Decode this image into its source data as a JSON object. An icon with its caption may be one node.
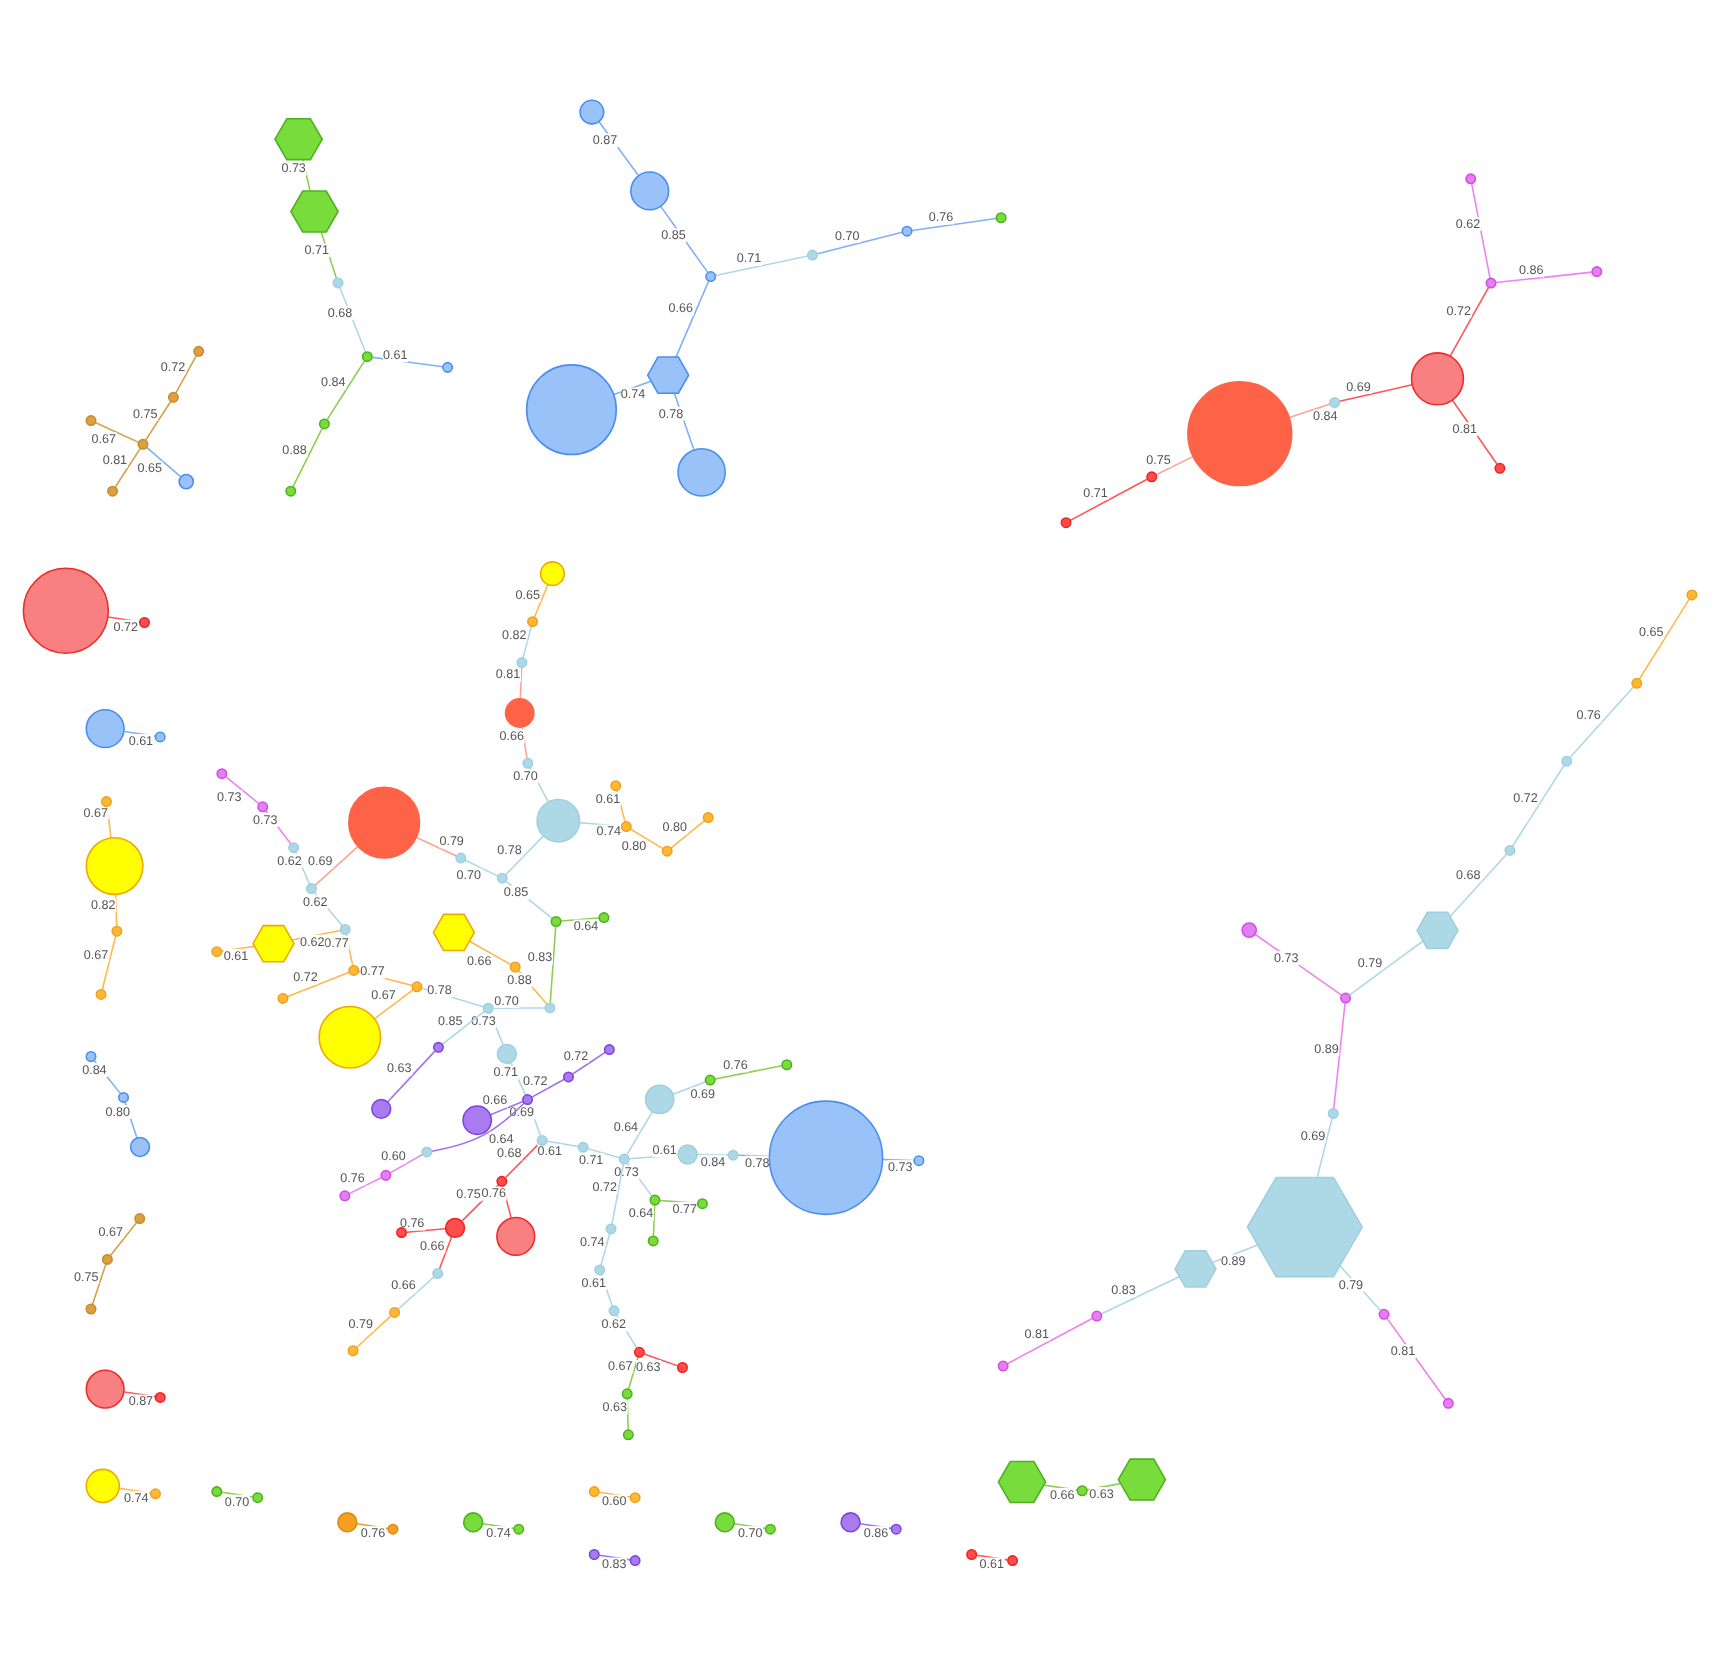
{
  "diagram": {
    "nodes": [
      {
        "text": [],
        "shape": "circle"
      },
      {
        "text": [],
        "shape": "circle"
      },
      {
        "text": [],
        "shape": "circle"
      },
      {
        "text": [],
        "shape": "circle"
      },
      {
        "text": [],
        "shape": "circle"
      },
      {
        "text": [],
        "shape": "circle"
      },
      {
        "text": [],
        "shape": "circle"
      },
      {
        "text": [],
        "shape": "circle"
      },
      {
        "text": [],
        "shape": "circle"
      },
      {
        "text": [],
        "shape": "circle"
      },
      {
        "text": [],
        "shape": "circle"
      },
      {
        "text": [],
        "shape": "circle"
      },
      {
        "text": [],
        "shape": "circle"
      },
      {
        "text": [],
        "shape": "circle"
      },
      {
        "text": [],
        "shape": "circle"
      },
      {
        "text": [],
        "shape": "circle"
      },
      {
        "text": [],
        "shape": "circle"
      },
      {
        "text": [],
        "shape": "circle"
      },
      {
        "text": [],
        "shape": "circle"
      },
      {
        "text": [],
        "shape": "circle"
      },
      {
        "text": [],
        "shape": "circle"
      },
      {
        "text": [],
        "shape": "circle"
      },
      {
        "text": [],
        "shape": "circle"
      },
      {
        "text": [],
        "shape": "circle"
      },
      {
        "text": [],
        "shape": "circle"
      },
      {
        "text": [],
        "shape": "circle"
      },
      {
        "text": [],
        "shape": "hexagon"
      },
      {
        "text": [],
        "shape": "circle"
      },
      {
        "text": [],
        "shape": "circle"
      },
      {
        "text": [],
        "shape": "circle"
      },
      {
        "text": [],
        "shape": "circle"
      },
      {
        "text": [],
        "shape": "circle"
      },
      {
        "text": [],
        "shape": "circle"
      },
      {
        "text": [],
        "shape": "circle"
      },
      {
        "text": [],
        "shape": "circle"
      },
      {
        "text": [],
        "shape": "circle"
      },
      {
        "text": [],
        "shape": "hexagon"
      },
      {
        "text": [],
        "shape": "circle"
      },
      {
        "text": [],
        "shape": "circle"
      },
      {
        "text": [],
        "shape": "hexagon"
      },
      {
        "text": [],
        "shape": "circle"
      },
      {
        "text": [],
        "shape": "circle"
      },
      {
        "text": [],
        "shape": "circle"
      },
      {
        "text": [],
        "shape": "circle"
      },
      {
        "text": [],
        "shape": "circle"
      },
      {
        "text": [],
        "shape": "circle"
      },
      {
        "text": [],
        "shape": "circle"
      },
      {
        "text": [],
        "shape": "circle"
      },
      {
        "text": [],
        "shape": "circle"
      },
      {
        "text": [],
        "shape": "circle"
      },
      {
        "text": [],
        "shape": "hexagon"
      },
      {
        "text": [],
        "shape": "circle"
      },
      {
        "text": [],
        "shape": "circle"
      },
      {
        "text": [],
        "shape": "circle"
      },
      {
        "text": [],
        "shape": "circle"
      },
      {
        "text": [],
        "shape": "circle"
      },
      {
        "text": [],
        "shape": "circle"
      },
      {
        "text": [],
        "shape": "hexagon"
      },
      {
        "text": [],
        "shape": "circle"
      },
      {
        "text": [],
        "shape": "hexagon"
      },
      {
        "text": [],
        "shape": "circle"
      },
      {
        "text": [],
        "shape": "circle"
      },
      {
        "text": [],
        "shape": "circle"
      },
      {
        "text": [],
        "shape": "circle"
      },
      {
        "text": [],
        "shape": "hexagon"
      },
      {
        "text": [],
        "shape": "circle"
      },
      {
        "text": [],
        "shape": "circle"
      },
      {
        "text": [],
        "shape": "circle"
      },
      {
        "text": [],
        "shape": "circle"
      },
      {
        "text": [],
        "shape": "circle"
      },
      {
        "text": [],
        "shape": "circle"
      },
      {
        "text": [],
        "shape": "circle"
      },
      {
        "text": [],
        "shape": "circle"
      },
      {
        "text": [],
        "shape": "circle"
      },
      {
        "text": [],
        "shape": "circle"
      },
      {
        "text": [],
        "shape": "circle"
      },
      {
        "text": [],
        "shape": "circle"
      },
      {
        "text": [],
        "shape": "circle"
      },
      {
        "text": [],
        "shape": "circle"
      },
      {
        "text": [],
        "shape": "circle"
      },
      {
        "text": [],
        "shape": "circle"
      },
      {
        "text": [],
        "shape": "circle"
      },
      {
        "text": [],
        "shape": "circle"
      },
      {
        "text": [],
        "shape": "circle"
      },
      {
        "text": [],
        "shape": "circle"
      },
      {
        "text": [],
        "shape": "circle"
      },
      {
        "text": [],
        "shape": "circle"
      },
      {
        "text": [],
        "shape": "circle"
      },
      {
        "text": [],
        "shape": "circle"
      },
      {
        "text": [],
        "shape": "circle"
      },
      {
        "text": [],
        "shape": "circle"
      },
      {
        "text": [],
        "shape": "hexagon"
      },
      {
        "text": [],
        "shape": "circle"
      },
      {
        "text": [],
        "shape": "circle"
      },
      {
        "text": [],
        "shape": "circle"
      },
      {
        "text": [],
        "shape": "circle"
      },
      {
        "text": [],
        "shape": "circle"
      },
      {
        "text": [],
        "shape": "circle"
      },
      {
        "text": [],
        "shape": "circle"
      },
      {
        "text": [],
        "shape": "circle"
      },
      {
        "text": [],
        "shape": "circle"
      },
      {
        "text": [],
        "shape": "circle"
      },
      {
        "text": [],
        "shape": "circle"
      },
      {
        "text": [],
        "shape": "circle"
      },
      {
        "text": [],
        "shape": "circle"
      },
      {
        "text": [],
        "shape": "circle"
      },
      {
        "text": [],
        "shape": "circle"
      },
      {
        "text": [],
        "shape": "circle"
      },
      {
        "text": [],
        "shape": "circle"
      },
      {
        "text": [],
        "shape": "circle"
      },
      {
        "text": [],
        "shape": "circle"
      },
      {
        "text": [],
        "shape": "circle"
      },
      {
        "text": [],
        "shape": "circle"
      },
      {
        "text": [],
        "shape": "circle"
      },
      {
        "text": [],
        "shape": "circle"
      },
      {
        "text": [],
        "shape": "circle"
      },
      {
        "text": [],
        "shape": "circle"
      },
      {
        "text": [],
        "shape": "circle"
      },
      {
        "text": [],
        "shape": "circle"
      },
      {
        "text": [],
        "shape": "circle"
      },
      {
        "text": [],
        "shape": "circle"
      },
      {
        "text": [],
        "shape": "circle"
      },
      {
        "text": [],
        "shape": "circle"
      },
      {
        "text": [],
        "shape": "circle"
      },
      {
        "text": [],
        "shape": "circle"
      },
      {
        "text": [],
        "shape": "circle"
      },
      {
        "text": [],
        "shape": "circle"
      },
      {
        "text": [],
        "shape": "circle"
      },
      {
        "text": [],
        "shape": "circle"
      },
      {
        "text": [],
        "shape": "circle"
      },
      {
        "text": [],
        "shape": "circle"
      },
      {
        "text": [],
        "shape": "circle"
      },
      {
        "text": [],
        "shape": "circle"
      },
      {
        "text": [],
        "shape": "circle"
      },
      {
        "text": [],
        "shape": "circle"
      },
      {
        "text": [],
        "shape": "circle"
      },
      {
        "text": [],
        "shape": "circle"
      },
      {
        "text": [],
        "shape": "circle"
      },
      {
        "text": [],
        "shape": "circle"
      },
      {
        "text": [],
        "shape": "hexagon"
      },
      {
        "text": [],
        "shape": "circle"
      },
      {
        "text": [],
        "shape": "circle"
      },
      {
        "text": [],
        "shape": "circle"
      },
      {
        "text": [],
        "shape": "circle"
      },
      {
        "text": [],
        "shape": "hexagon"
      },
      {
        "text": [],
        "shape": "circle"
      },
      {
        "text": [],
        "shape": "circle"
      },
      {
        "text": [],
        "shape": "circle"
      },
      {
        "text": [],
        "shape": "circle"
      }
    ],
    "edges": [
      {
        "from": 0,
        "to": 1,
        "arrow": "none",
        "label": "0.62",
        "color": "#ee82ee"
      },
      {
        "from": 3,
        "to": 4,
        "arrow": "none",
        "label": "0.67",
        "color": "#ffb84d"
      },
      {
        "from": 1,
        "to": 10,
        "arrow": "none",
        "label": "0.72",
        "color": "#ff5555"
      },
      {
        "from": 1,
        "to": 14,
        "arrow": "none",
        "label": "0.86",
        "color": "#ee82ee"
      },
      {
        "from": 2,
        "to": 13,
        "arrow": "none",
        "label": "0.71",
        "color": "#ff5555"
      },
      {
        "from": 2,
        "to": 8,
        "arrow": "none",
        "label": "0.75",
        "color": "#ffa38f"
      },
      {
        "from": 6,
        "to": 12,
        "arrow": "none",
        "label": "0.79",
        "color": "#ffb84d"
      },
      {
        "from": 5,
        "to": 11,
        "arrow": "none",
        "label": "0.60",
        "color": "#ffb84d"
      },
      {
        "from": 10,
        "to": 7,
        "arrow": "none",
        "label": "0.69",
        "color": "#ff5555"
      },
      {
        "from": 7,
        "to": 8,
        "arrow": "none",
        "label": "0.84",
        "color": "#ffa38f"
      },
      {
        "from": 4,
        "to": 17,
        "arrow": "none",
        "label": "0.82",
        "color": "#ffb84d"
      },
      {
        "from": 9,
        "to": 16,
        "arrow": "none",
        "label": "0.73",
        "color": "#ee82ee"
      },
      {
        "from": 12,
        "to": 19,
        "arrow": "none",
        "label": "0.66"
      },
      {
        "from": 10,
        "to": 23,
        "arrow": "none",
        "label": "0.81",
        "color": "#ff5555"
      },
      {
        "from": 15,
        "to": 32,
        "arrow": "none",
        "label": "0.72",
        "color": "#ff5555"
      },
      {
        "from": 18,
        "to": 30,
        "arrow": "none",
        "label": "0.70",
        "color": "#8ccf50"
      },
      {
        "from": 26,
        "to": 20,
        "arrow": "none",
        "label": "0.74",
        "color": "#80b0f5"
      },
      {
        "from": 16,
        "to": 34,
        "arrow": "none",
        "label": "0.73",
        "color": "#ee82ee"
      },
      {
        "from": 17,
        "to": 21,
        "arrow": "none",
        "label": "0.67",
        "color": "#ffb84d"
      },
      {
        "from": 24,
        "to": 31,
        "arrow": "none",
        "label": "0.61",
        "color": "#80b0f5"
      },
      {
        "from": 22,
        "to": 40,
        "arrow": "none",
        "label": "0.86",
        "color": "#a070f0"
      },
      {
        "from": 26,
        "to": 44,
        "arrow": "none",
        "label": "0.78",
        "color": "#80b0f5"
      },
      {
        "from": 26,
        "to": 47,
        "arrow": "none",
        "label": "0.66",
        "color": "#80b0f5"
      },
      {
        "from": 19,
        "to": 29,
        "arrow": "none",
        "label": "0.66",
        "color": "#ff5555"
      },
      {
        "from": 28,
        "to": 27,
        "arrow": "none",
        "label": "0.70",
        "color": "#8ccf50"
      },
      {
        "from": 25,
        "to": 36,
        "arrow": "none",
        "label": "0.79"
      },
      {
        "from": 25,
        "to": 42,
        "arrow": "none",
        "label": "0.81",
        "color": "#ee82ee"
      },
      {
        "from": 37,
        "to": 35,
        "arrow": "none",
        "label": "0.89",
        "color": "#ee82ee"
      },
      {
        "from": 35,
        "to": 36,
        "arrow": "none",
        "label": "0.69"
      },
      {
        "from": 37,
        "to": 41,
        "arrow": "none",
        "label": "0.73",
        "color": "#ee82ee"
      },
      {
        "from": 29,
        "to": 45,
        "arrow": "none",
        "label": "0.76",
        "color": "#ff5555"
      },
      {
        "from": 29,
        "to": 48,
        "arrow": "none",
        "label": "0.75",
        "color": "#ff5555"
      },
      {
        "from": 36,
        "to": 39,
        "arrow": "none",
        "label": "0.89"
      },
      {
        "from": 39,
        "to": 38,
        "arrow": "none",
        "label": "0.83"
      },
      {
        "from": 38,
        "to": 43,
        "arrow": "none",
        "label": "0.81",
        "color": "#ee82ee"
      },
      {
        "from": 33,
        "to": 51,
        "arrow": "none",
        "label": "0.76",
        "color": "#ee82ee"
      },
      {
        "from": 34,
        "to": 56,
        "arrow": "none",
        "label": "0.62"
      },
      {
        "from": 57,
        "to": 37,
        "arrow": "none",
        "label": "0.79"
      },
      {
        "from": 47,
        "to": 54,
        "arrow": "none",
        "label": "0.85",
        "color": "#80b0f5"
      },
      {
        "from": 47,
        "to": 63,
        "arrow": "none",
        "label": "0.71"
      },
      {
        "from": 53,
        "to": 46,
        "arrow": "none",
        "label": "0.76",
        "color": "#e49a3c"
      },
      {
        "from": 48,
        "to": 67,
        "arrow": "none",
        "label": "0.68",
        "color": "#ff5555"
      },
      {
        "from": 48,
        "to": 55,
        "arrow": "none",
        "label": "0.76",
        "color": "#ff5555"
      },
      {
        "from": 51,
        "to": 71,
        "arrow": "none",
        "label": "0.60",
        "color": "#ee82ee"
      },
      {
        "from": 54,
        "to": 74,
        "arrow": "none",
        "label": "0.87",
        "color": "#80b0f5"
      },
      {
        "from": 62,
        "to": 86,
        "arrow": "none",
        "label": "0.74",
        "color": "#8ccf50"
      },
      {
        "from": 57,
        "to": 77,
        "arrow": "none",
        "label": "0.68"
      },
      {
        "from": 56,
        "to": 70,
        "arrow": "none",
        "label": "0.62"
      },
      {
        "from": 56,
        "to": 69,
        "arrow": "none",
        "label": "0.69",
        "color": "#ffa38f"
      },
      {
        "from": 68,
        "to": 49,
        "arrow": "none",
        "label": "0.72",
        "color": "#ffb84d"
      },
      {
        "from": 70,
        "to": 68,
        "arrow": "none",
        "label": "0.77",
        "color": "#ffb84d"
      },
      {
        "from": 68,
        "to": 85,
        "arrow": "none",
        "label": "0.77",
        "color": "#ffb84d"
      },
      {
        "from": 69,
        "to": 87,
        "arrow": "none",
        "label": "0.79",
        "color": "#ffa38f"
      },
      {
        "from": 50,
        "to": 60,
        "arrow": "none",
        "label": "0.66",
        "color": "#ffb84d"
      },
      {
        "from": 58,
        "to": 61,
        "arrow": "none",
        "label": "0.65",
        "color": "#80b0f5"
      },
      {
        "from": 61,
        "to": 52,
        "arrow": "none",
        "label": "0.81",
        "color": "#d9a04a"
      },
      {
        "from": 61,
        "to": 65,
        "arrow": "none",
        "label": "0.67",
        "color": "#d9a04a"
      },
      {
        "from": 60,
        "to": 73,
        "arrow": "none",
        "label": "0.88",
        "color": "#ffb84d"
      },
      {
        "from": 61,
        "to": 83,
        "arrow": "none",
        "label": "0.75",
        "color": "#d9a04a"
      },
      {
        "from": 83,
        "to": 106,
        "arrow": "none",
        "label": "0.72",
        "color": "#d9a04a"
      },
      {
        "from": 73,
        "to": 75,
        "arrow": "none",
        "label": "0.83",
        "color": "#8ccf50"
      },
      {
        "from": 75,
        "to": 78,
        "arrow": "none",
        "label": "0.64",
        "color": "#8ccf50"
      },
      {
        "from": 75,
        "to": 96,
        "arrow": "none",
        "label": "0.85"
      },
      {
        "from": 73,
        "to": 94,
        "arrow": "none",
        "label": "0.70"
      },
      {
        "from": 87,
        "to": 96,
        "arrow": "none",
        "label": "0.70"
      },
      {
        "from": 63,
        "to": 80,
        "arrow": "none",
        "label": "0.70",
        "color": "#80b0f5"
      },
      {
        "from": 80,
        "to": 98,
        "arrow": "none",
        "label": "0.76",
        "color": "#80b0f5"
      },
      {
        "from": 70,
        "to": 91,
        "arrow": "none",
        "label": "0.62",
        "color": "#ffb84d"
      },
      {
        "from": 91,
        "to": 79,
        "arrow": "none",
        "label": "0.61",
        "color": "#ffb84d"
      },
      {
        "from": 77,
        "to": 92,
        "arrow": "none",
        "label": "0.72"
      },
      {
        "from": 92,
        "to": 103,
        "arrow": "none",
        "label": "0.76"
      },
      {
        "from": 85,
        "to": 93,
        "arrow": "none",
        "label": "0.67",
        "color": "#ffb84d"
      },
      {
        "from": 85,
        "to": 94,
        "arrow": "none",
        "label": "0.78"
      },
      {
        "from": 67,
        "to": 82,
        "arrow": "none",
        "label": "0.61"
      },
      {
        "from": 67,
        "to": 90,
        "arrow": "none",
        "label": "0.69"
      },
      {
        "from": 71,
        "to": 90,
        "arrow": "none",
        "label": "0.64",
        "color": "#a070f0"
      },
      {
        "from": 84,
        "to": 66,
        "arrow": "none",
        "label": "0.77",
        "color": "#8ccf50"
      },
      {
        "from": 84,
        "to": 76,
        "arrow": "none",
        "label": "0.64",
        "color": "#8ccf50"
      },
      {
        "from": 64,
        "to": 81,
        "arrow": "none",
        "label": "0.63",
        "color": "#8ccf50"
      },
      {
        "from": 59,
        "to": 81,
        "arrow": "none",
        "label": "0.66",
        "color": "#8ccf50"
      },
      {
        "from": 89,
        "to": 72,
        "arrow": "none",
        "label": "0.76",
        "color": "#8ccf50"
      },
      {
        "from": 90,
        "to": 88,
        "arrow": "none",
        "label": "0.66",
        "color": "#a070f0"
      },
      {
        "from": 95,
        "to": 90,
        "arrow": "none",
        "label": "0.71"
      },
      {
        "from": 82,
        "to": 102,
        "arrow": "none",
        "label": "0.71"
      },
      {
        "from": 102,
        "to": 84,
        "arrow": "none",
        "label": "0.73"
      },
      {
        "from": 94,
        "to": 95,
        "arrow": "none",
        "label": "0.73"
      },
      {
        "from": 96,
        "to": 109,
        "arrow": "none",
        "label": "0.78"
      },
      {
        "from": 102,
        "to": 97,
        "arrow": "none",
        "label": "0.64"
      },
      {
        "from": 97,
        "to": 89,
        "arrow": "none",
        "label": "0.69"
      },
      {
        "from": 90,
        "to": 107,
        "arrow": "none",
        "label": "0.72",
        "color": "#a070f0"
      },
      {
        "from": 107,
        "to": 100,
        "arrow": "none",
        "label": "0.72",
        "color": "#a070f0"
      },
      {
        "from": 112,
        "to": 101,
        "arrow": "none",
        "label": "0.80",
        "color": "#ffb84d"
      },
      {
        "from": 99,
        "to": 116,
        "arrow": "none",
        "label": "0.87",
        "color": "#ff5555"
      },
      {
        "from": 104,
        "to": 118,
        "arrow": "none",
        "label": "0.74",
        "color": "#ffb84d"
      },
      {
        "from": 105,
        "to": 103,
        "arrow": "none",
        "label": "0.65",
        "color": "#ffb84d"
      },
      {
        "from": 102,
        "to": 110,
        "arrow": "none",
        "label": "0.61"
      },
      {
        "from": 102,
        "to": 119,
        "arrow": "none",
        "label": "0.72"
      },
      {
        "from": 94,
        "to": 113,
        "arrow": "none",
        "label": "0.85"
      },
      {
        "from": 111,
        "to": 108,
        "arrow": "none",
        "label": "0.73",
        "color": "#80b0f5"
      },
      {
        "from": 108,
        "to": 117,
        "arrow": "none",
        "label": "0.78",
        "color": "#80b0f5"
      },
      {
        "from": 110,
        "to": 117,
        "arrow": "none",
        "label": "0.84"
      },
      {
        "from": 109,
        "to": 114,
        "arrow": "none",
        "label": "0.74"
      },
      {
        "from": 114,
        "to": 112,
        "arrow": "none",
        "label": "0.80",
        "color": "#ffb84d"
      },
      {
        "from": 109,
        "to": 129,
        "arrow": "none",
        "label": "0.70"
      },
      {
        "from": 114,
        "to": 133,
        "arrow": "none",
        "label": "0.61",
        "color": "#ffb84d"
      },
      {
        "from": 129,
        "to": 121,
        "arrow": "none",
        "label": "0.66",
        "color": "#ffa38f"
      },
      {
        "from": 121,
        "to": 124,
        "arrow": "none",
        "label": "0.81",
        "color": "#ffa38f"
      },
      {
        "from": 126,
        "to": 115,
        "arrow": "none",
        "label": "0.83",
        "color": "#a070f0"
      },
      {
        "from": 124,
        "to": 135,
        "arrow": "none",
        "label": "0.82"
      },
      {
        "from": 119,
        "to": 134,
        "arrow": "none",
        "label": "0.74"
      },
      {
        "from": 131,
        "to": 120,
        "arrow": "none",
        "label": "0.67",
        "color": "#d9a04a"
      },
      {
        "from": 120,
        "to": 136,
        "arrow": "none",
        "label": "0.75",
        "color": "#d9a04a"
      },
      {
        "from": 138,
        "to": 122,
        "arrow": "none",
        "label": "0.68"
      },
      {
        "from": 122,
        "to": 139,
        "arrow": "none",
        "label": "0.71",
        "color": "#8ccf50"
      },
      {
        "from": 127,
        "to": 123,
        "arrow": "none",
        "label": "0.63",
        "color": "#ff5555"
      },
      {
        "from": 113,
        "to": 130,
        "arrow": "none",
        "label": "0.63",
        "color": "#a070f0"
      },
      {
        "from": 123,
        "to": 140,
        "arrow": "none",
        "label": "0.67",
        "color": "#8ccf50"
      },
      {
        "from": 140,
        "to": 125,
        "arrow": "none",
        "label": "0.63",
        "color": "#8ccf50"
      },
      {
        "from": 137,
        "to": 123,
        "arrow": "none",
        "label": "0.62"
      },
      {
        "from": 137,
        "to": 134,
        "arrow": "none",
        "label": "0.61"
      },
      {
        "from": 128,
        "to": 138,
        "arrow": "none",
        "label": "0.61",
        "color": "#80b0f5"
      },
      {
        "from": 132,
        "to": 145,
        "arrow": "none",
        "label": "0.88",
        "color": "#8ccf50"
      },
      {
        "from": 138,
        "to": 145,
        "arrow": "none",
        "label": "0.84",
        "color": "#8ccf50"
      },
      {
        "from": 139,
        "to": 144,
        "arrow": "none",
        "label": "0.73",
        "color": "#8ccf50"
      },
      {
        "from": 141,
        "to": 135,
        "arrow": "none",
        "label": "0.65",
        "color": "#ffb84d"
      },
      {
        "from": 147,
        "to": 143,
        "arrow": "none",
        "label": "0.61",
        "color": "#ff5555"
      },
      {
        "from": 148,
        "to": 146,
        "arrow": "none",
        "label": "0.80",
        "color": "#80b0f5"
      },
      {
        "from": 146,
        "to": 142,
        "arrow": "none",
        "label": "0.84",
        "color": "#80b0f5"
      }
    ]
  }
}
